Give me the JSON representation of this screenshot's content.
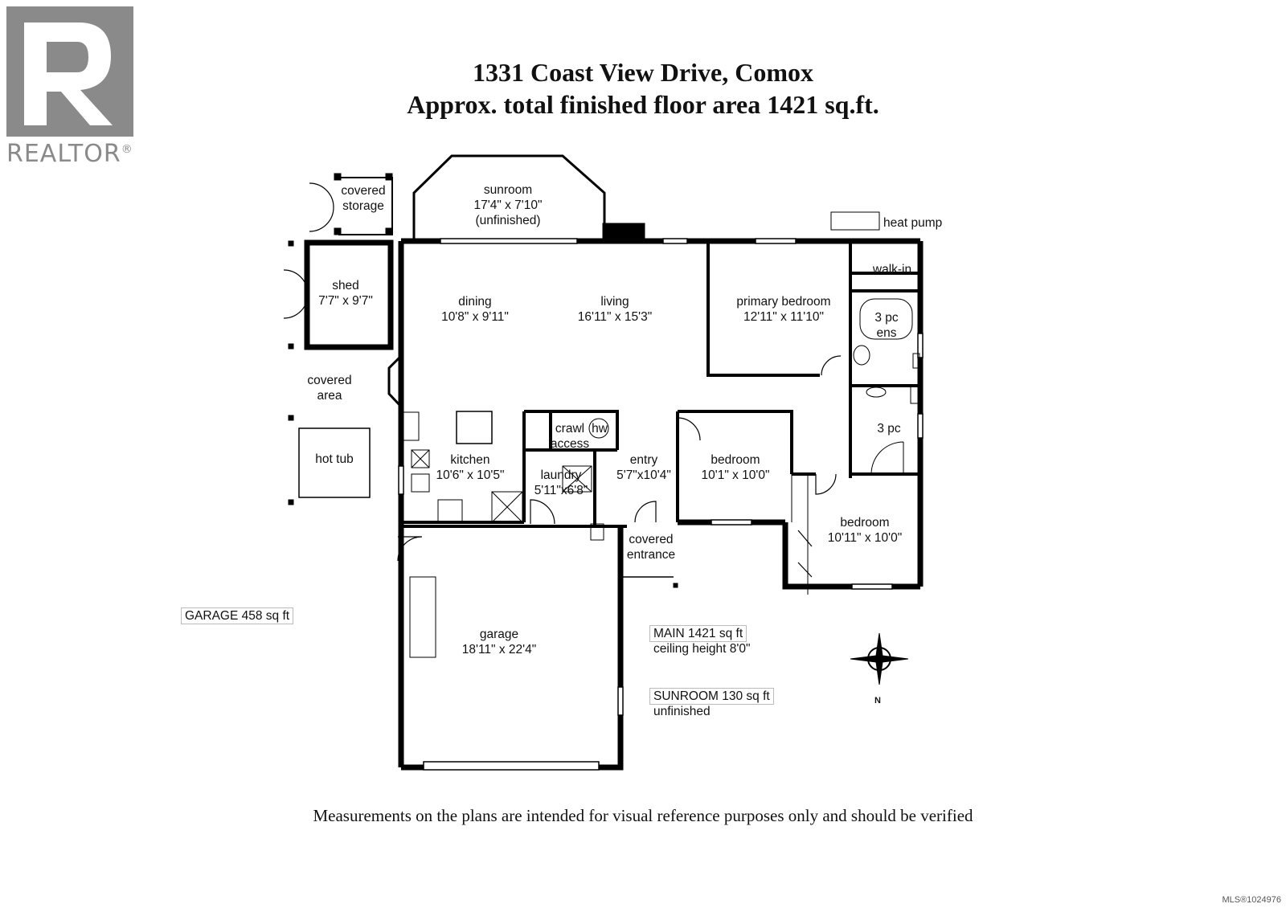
{
  "logo": {
    "text": "REALTOR",
    "mark": "®",
    "icon": "realtor-r-logo",
    "color": "#8a8a8a"
  },
  "title": {
    "line1": "1331 Coast View Drive, Comox",
    "line2": "Approx. total finished floor area 1421 sq.ft."
  },
  "rooms": {
    "sunroom": {
      "name": "sunroom",
      "dims": "17'4\" x 7'10\"",
      "note": "(unfinished)"
    },
    "covered_storage": {
      "line1": "covered",
      "line2": "storage"
    },
    "shed": {
      "name": "shed",
      "dims": "7'7\" x 9'7\""
    },
    "covered_area": {
      "line1": "covered",
      "line2": "area"
    },
    "hot_tub": {
      "name": "hot tub"
    },
    "dining": {
      "name": "dining",
      "dims": "10'8\" x 9'11\""
    },
    "living": {
      "name": "living",
      "dims": "16'11\" x 15'3\""
    },
    "primary_bedroom": {
      "name": "primary bedroom",
      "dims": "12'11\" x 11'10\""
    },
    "walk_in": {
      "name": "walk-in"
    },
    "ensuite": {
      "line1": "3 pc",
      "line2": "ens"
    },
    "bath": {
      "name": "3 pc"
    },
    "heat_pump": {
      "name": "heat pump"
    },
    "kitchen": {
      "name": "kitchen",
      "dims": "10'6\" x 10'5\""
    },
    "crawl": {
      "line1": "crawl",
      "line2": "access",
      "hw": "hw"
    },
    "laundry": {
      "name": "laundry",
      "dims": "5'11\"x6'8\""
    },
    "entry": {
      "name": "entry",
      "dims": "5'7\"x10'4\""
    },
    "bedroom1": {
      "name": "bedroom",
      "dims": "10'1\" x 10'0\""
    },
    "bedroom2": {
      "name": "bedroom",
      "dims": "10'11\" x 10'0\""
    },
    "covered_entrance": {
      "line1": "covered",
      "line2": "entrance"
    },
    "garage": {
      "name": "garage",
      "dims": "18'11\" x 22'4\""
    }
  },
  "legend": {
    "garage": "GARAGE   458 sq ft",
    "main": "MAIN   1421 sq ft",
    "ceiling": "ceiling height 8'0\"",
    "sunroom": "SUNROOM   130 sq ft",
    "sunroom_note": "unfinished"
  },
  "compass": {
    "label": "N",
    "icon": "compass-rose-icon"
  },
  "footer": "Measurements on the plans are intended for visual reference purposes only and should be verified",
  "mls": "MLS®1024976"
}
